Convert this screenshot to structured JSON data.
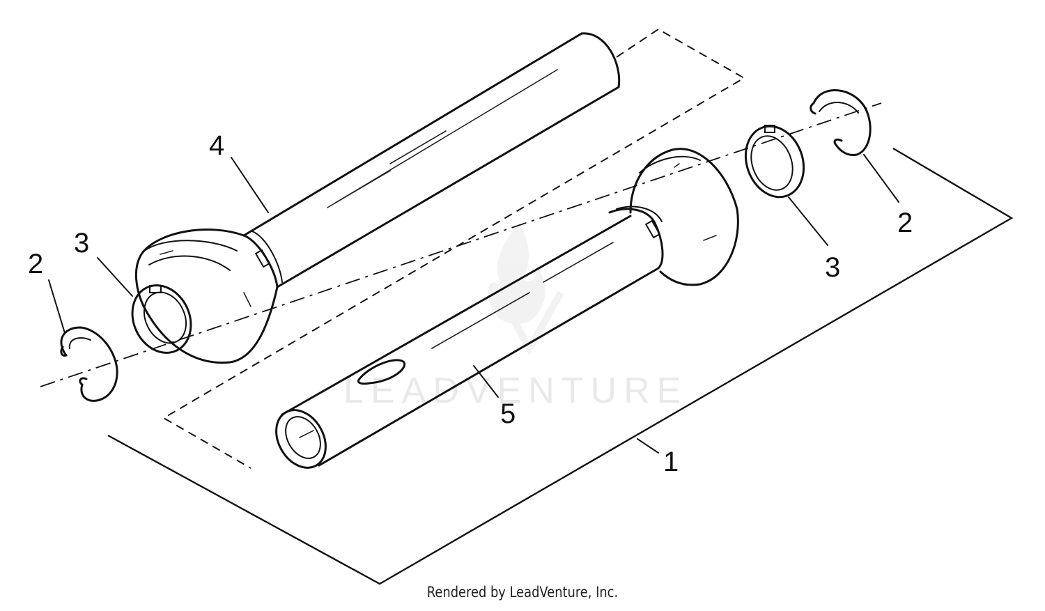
{
  "diagram": {
    "callouts": [
      {
        "id": "c2-left",
        "label": "2"
      },
      {
        "id": "c3-left",
        "label": "3"
      },
      {
        "id": "c4",
        "label": "4"
      },
      {
        "id": "c5",
        "label": "5"
      },
      {
        "id": "c1",
        "label": "1"
      },
      {
        "id": "c3-right",
        "label": "3"
      },
      {
        "id": "c2-right",
        "label": "2"
      }
    ],
    "watermark": "LEADVENTURE",
    "credit": "Rendered by LeadVenture, Inc."
  }
}
